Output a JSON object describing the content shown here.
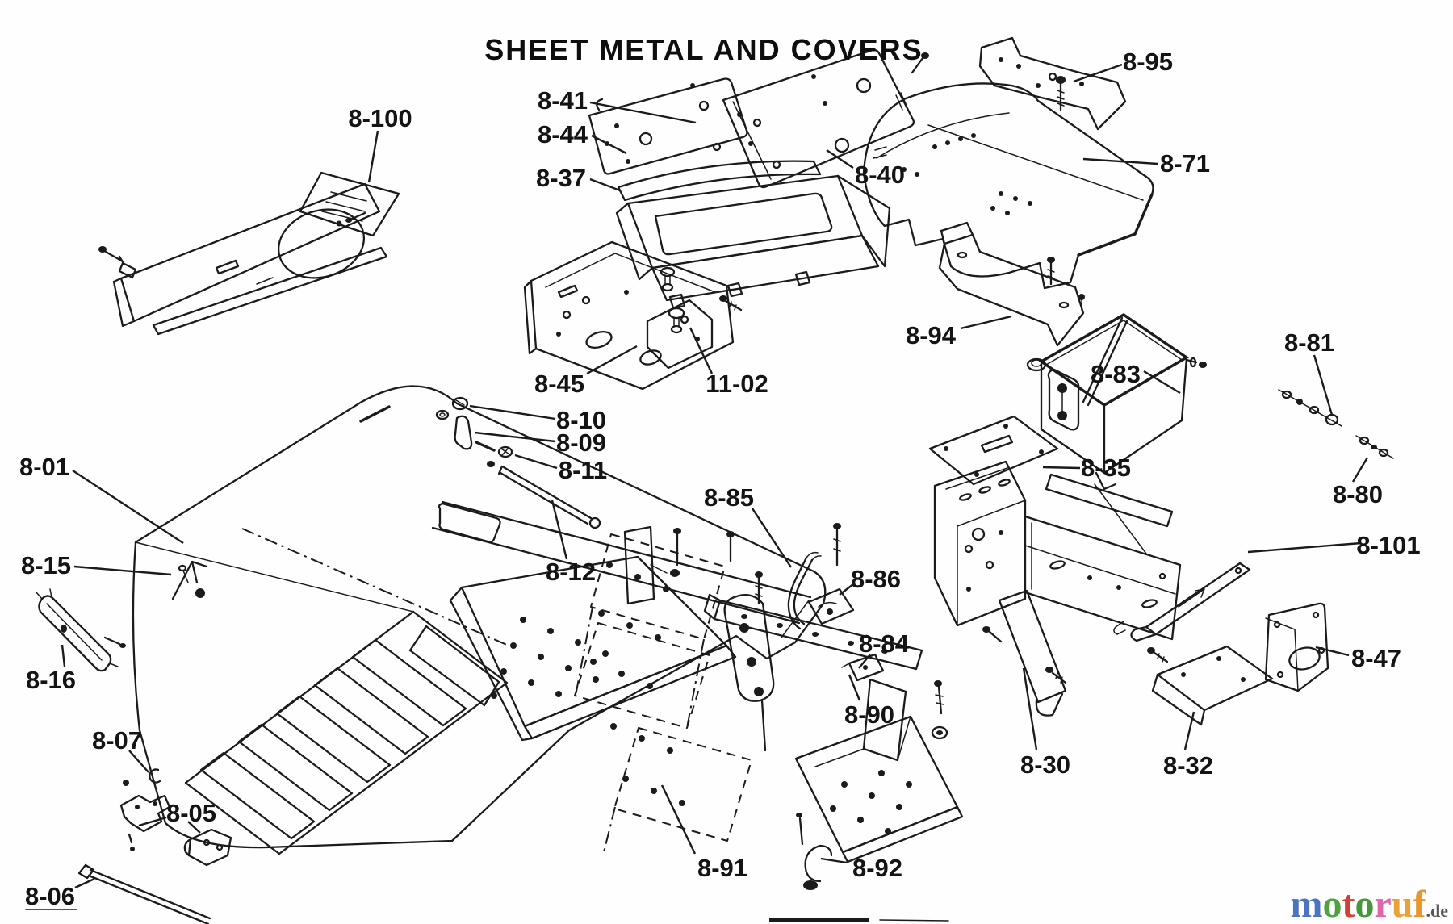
{
  "title": "SHEET METAL AND COVERS",
  "labels": {
    "l8_100": "8-100",
    "l8_41": "8-41",
    "l8_44": "8-44",
    "l8_37": "8-37",
    "l8_40": "8-40",
    "l8_95": "8-95",
    "l8_71": "8-71",
    "l8_94": "8-94",
    "l8_83": "8-83",
    "l8_81": "8-81",
    "l8_45": "8-45",
    "l11_02": "11-02",
    "l8_35": "8-35",
    "l8_80": "8-80",
    "l8_10": "8-10",
    "l8_09": "8-09",
    "l8_11": "8-11",
    "l8_01": "8-01",
    "l8_85": "8-85",
    "l8_101": "8-101",
    "l8_15": "8-15",
    "l8_12": "8-12",
    "l8_86": "8-86",
    "l8_84": "8-84",
    "l8_16": "8-16",
    "l8_47": "8-47",
    "l8_90": "8-90",
    "l8_07": "8-07",
    "l8_30": "8-30",
    "l8_32": "8-32",
    "l8_05": "8-05",
    "l8_91": "8-91",
    "l8_92": "8-92",
    "l8_06": "8-06"
  },
  "watermark": {
    "letters": [
      {
        "ch": "m",
        "color": "#4a73c0"
      },
      {
        "ch": "o",
        "color": "#4fa23e"
      },
      {
        "ch": "t",
        "color": "#cf4036"
      },
      {
        "ch": "o",
        "color": "#44983a"
      },
      {
        "ch": "r",
        "color": "#df66ad"
      },
      {
        "ch": "u",
        "color": "#e9a13b"
      },
      {
        "ch": "f",
        "color": "#e9962f"
      }
    ],
    "suffix": ".de"
  }
}
